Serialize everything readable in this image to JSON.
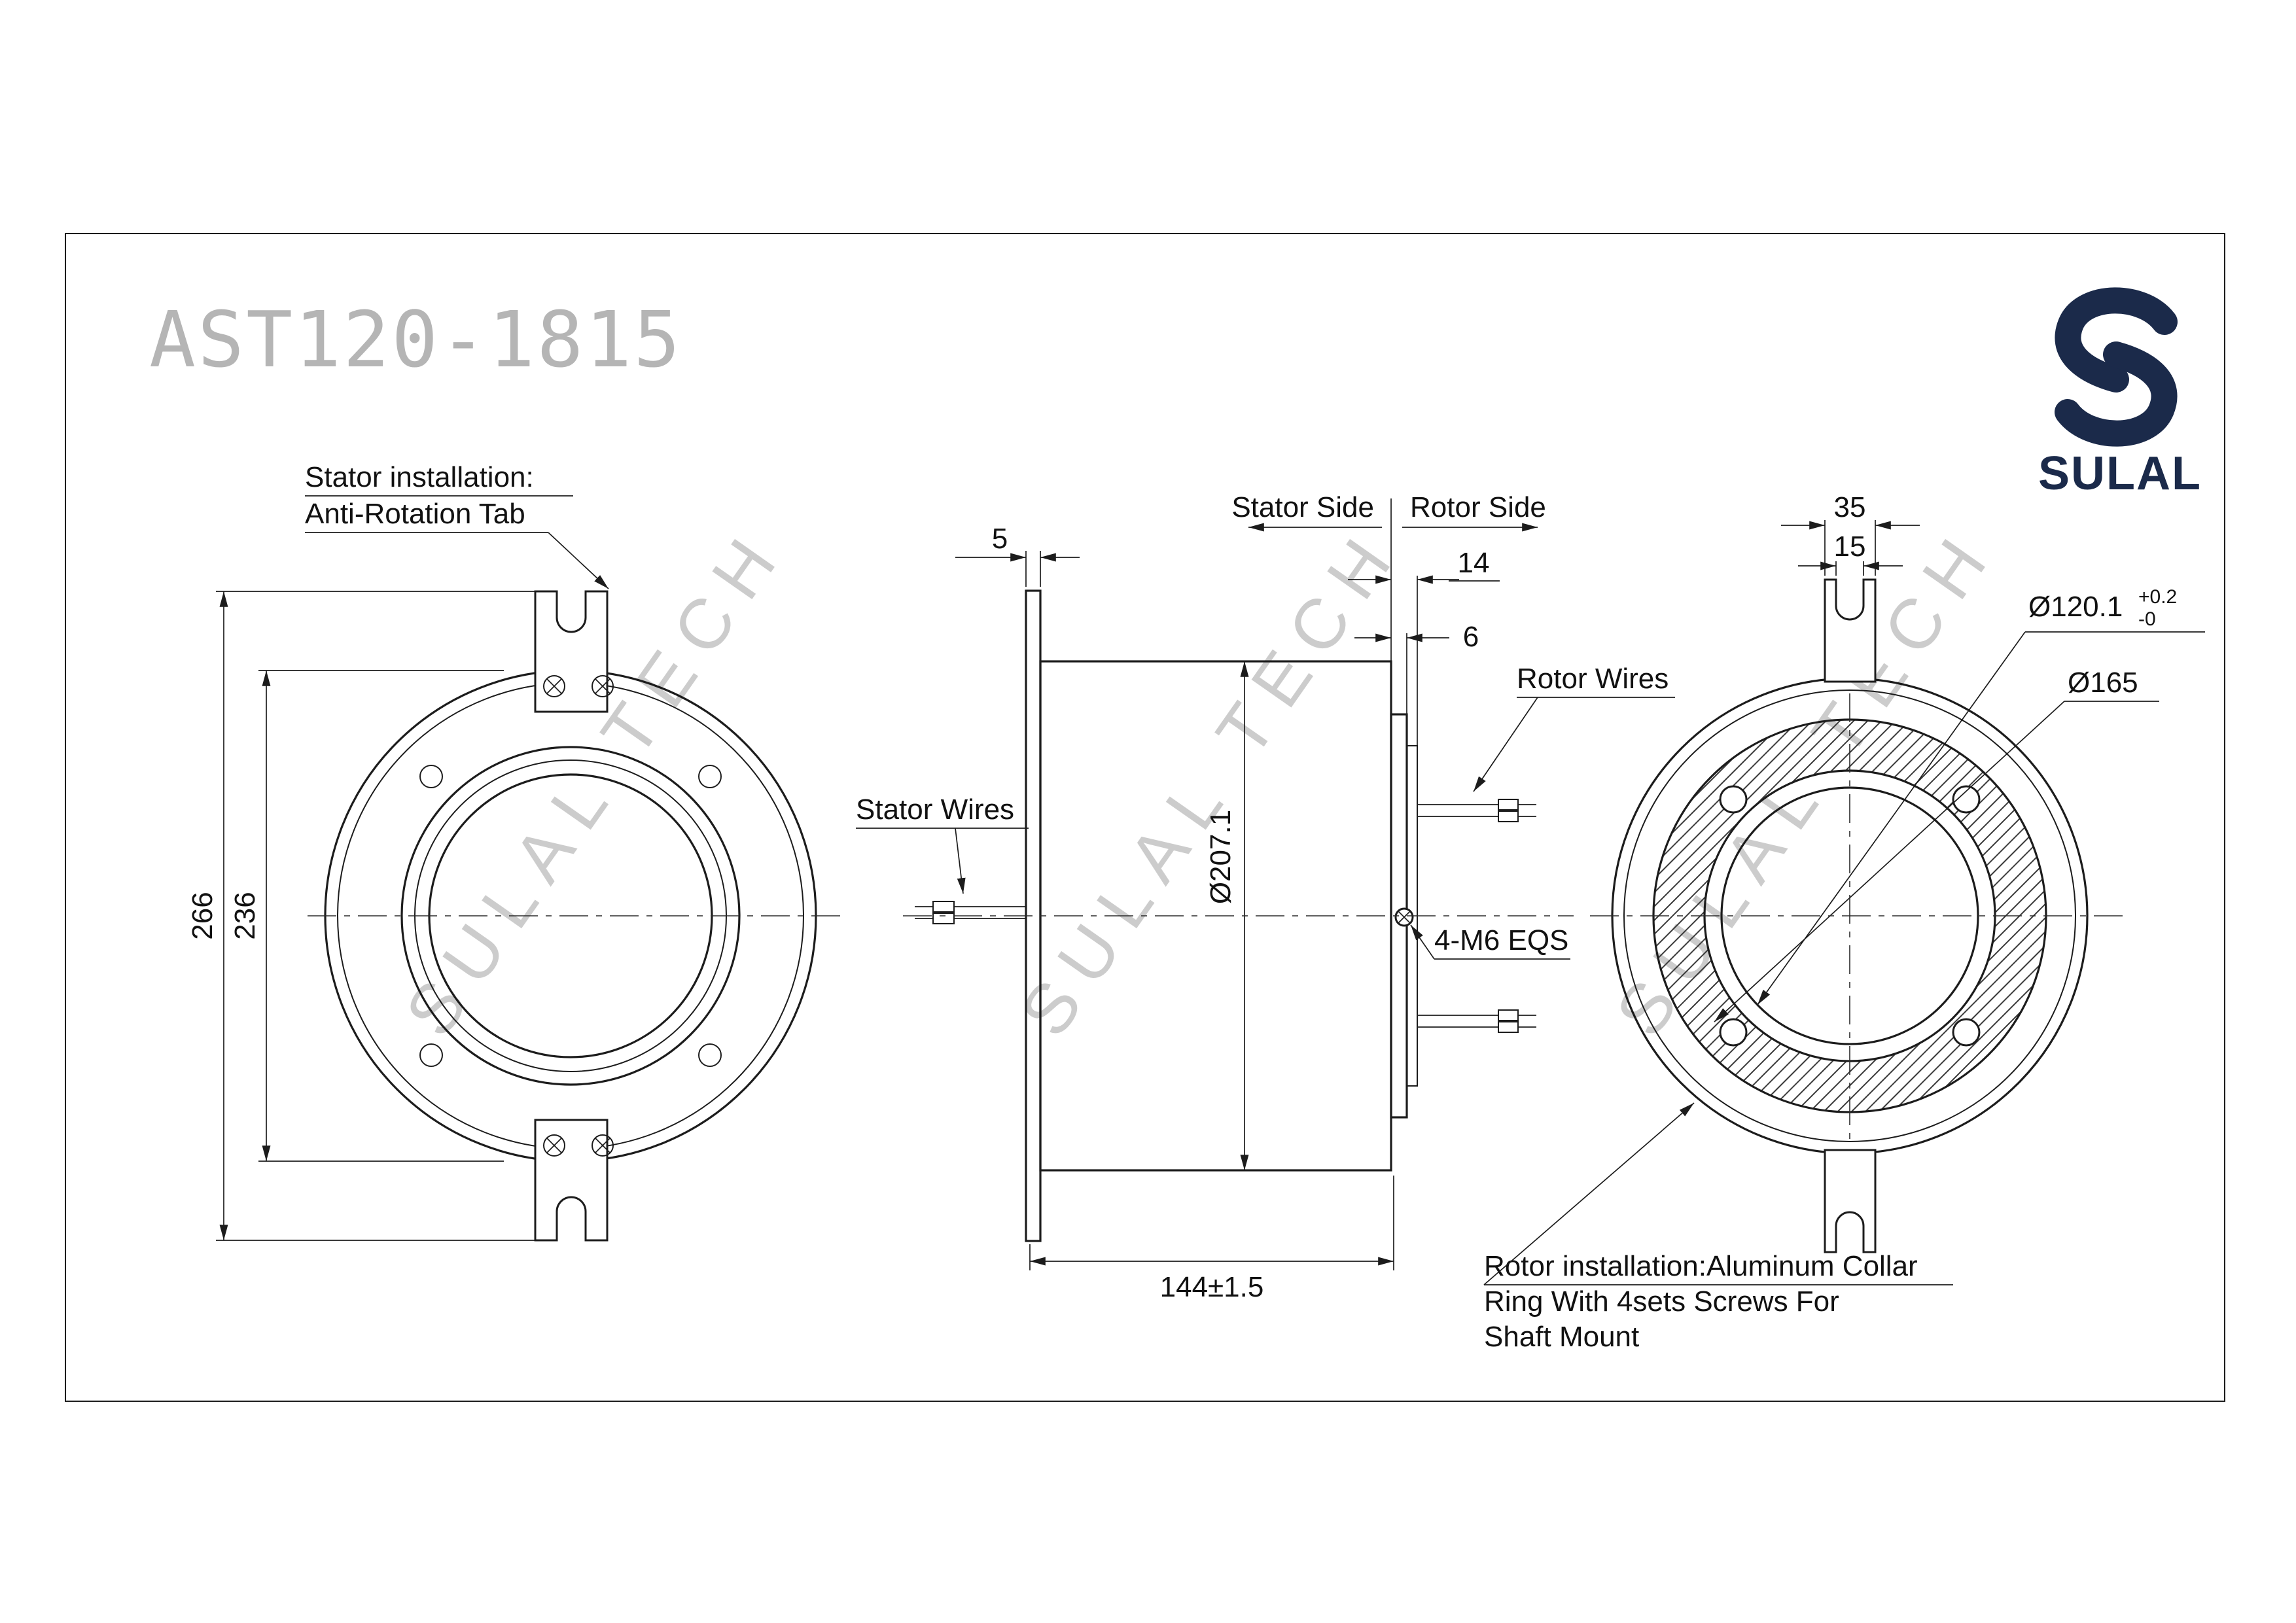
{
  "drawing": {
    "title": "AST120-1815",
    "watermark": "SULAL TECH"
  },
  "brand": {
    "logo_text": "SULAL",
    "color": "#1b2a4a"
  },
  "front_view": {
    "note_line1": "Stator installation:",
    "note_line2": "Anti-Rotation Tab",
    "dim_overall_height": "266",
    "dim_flange_diameter": "236"
  },
  "side_view": {
    "label_stator_side": "Stator Side",
    "label_rotor_side": "Rotor Side",
    "label_stator_wires": "Stator Wires",
    "label_rotor_wires": "Rotor Wires",
    "dim_flange_thickness": "5",
    "dim_rotor_overhang": "14",
    "dim_rotor_plate": "6",
    "dim_body_diameter": "Ø207.1",
    "note_screws": "4-M6 EQS",
    "dim_overall_length": "144±1.5"
  },
  "rear_view": {
    "dim_tab_width": "35",
    "dim_slot_width": "15",
    "dim_bore": "Ø120.1",
    "dim_bore_tol_upper": "+0.2",
    "dim_bore_tol_lower": "-0",
    "dim_collar_diameter": "Ø165",
    "note_line1": "Rotor installation:Aluminum Collar",
    "note_line2": "Ring With 4sets Screws For",
    "note_line3": "Shaft Mount"
  }
}
